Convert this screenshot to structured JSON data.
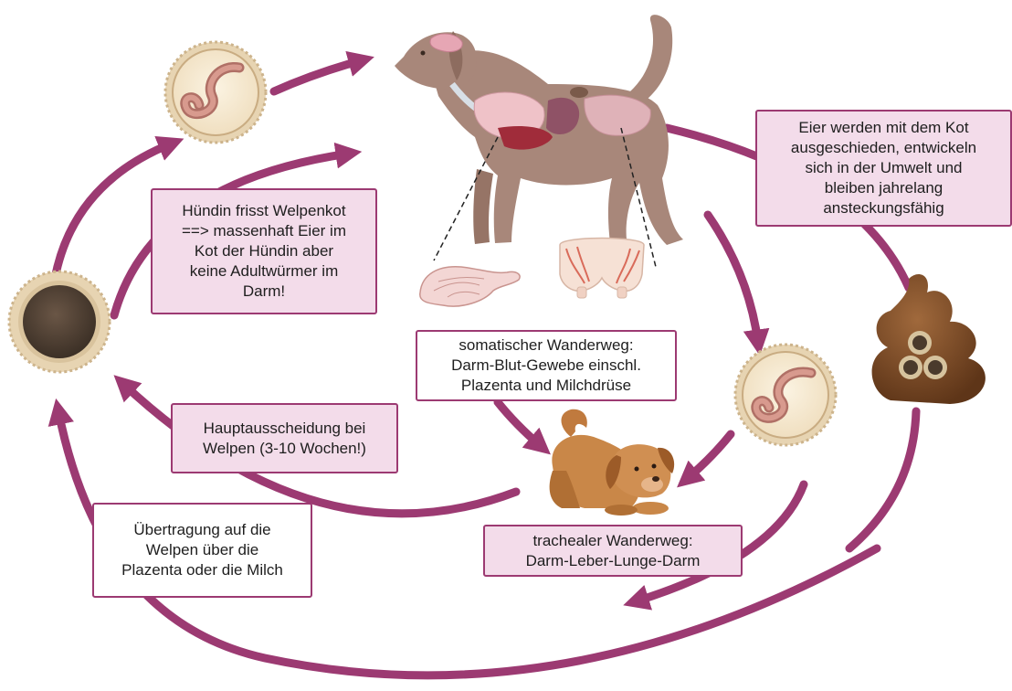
{
  "labels": {
    "top_right": "Eier werden mit dem Kot\nausgeschieden, entwickeln\nsich in der Umwelt und\nbleiben jahrelang\nansteckungsfähig",
    "huendin": "Hündin frisst Welpenkot\n==> massenhaft Eier im\nKot der Hündin aber\nkeine Adultwürmer im\nDarm!",
    "somatic": "somatischer Wanderweg:\nDarm-Blut-Gewebe einschl.\nPlazenta und Milchdrüse",
    "haupt": "Hauptausscheidung bei\nWelpen (3-10 Wochen!)",
    "tracheal": "trachealer Wanderweg:\nDarm-Leber-Lunge-Darm",
    "uebertragung": "Übertragung auf die\nWelpen über die\nPlazenta oder die Milch"
  },
  "colors": {
    "arrow": "#9c3a72",
    "label_border": "#9c3a72",
    "label_fill_pink": "#f3dcea",
    "dog": "#a8877a",
    "puppy": "#c07a3e",
    "feces": "#7a4a28",
    "egg_shell": "#d9c3a0",
    "worm": "#c9897e"
  },
  "icons": {
    "adult_dog": "adult-dog-anatomy-illustration",
    "puppy": "puppy-illustration",
    "feces": "feces-with-eggs-icon",
    "egg_larva": "egg-with-larva-icon",
    "egg_unembryonated": "unembryonated-egg-icon",
    "placenta": "placenta-illustration",
    "mammary": "mammary-gland-illustration"
  }
}
